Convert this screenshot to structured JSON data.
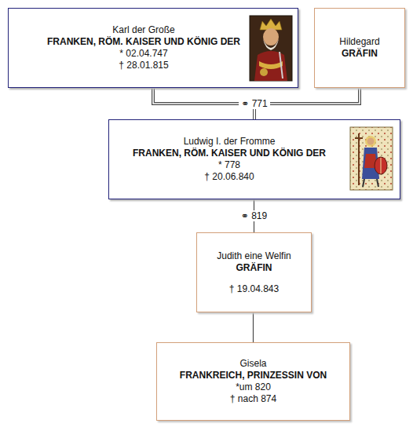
{
  "diagram": {
    "nodes": [
      {
        "text": [
          "Karl der Große",
          "FRANKEN, RÖM. KAISER UND KÖNIG DER",
          "* 02.04.747",
          "† 28.01.815"
        ]
      },
      {
        "text": [
          "Hildegard",
          "GRÄFIN"
        ]
      },
      {
        "text": [
          "Ludwig I. der Fromme",
          "FRANKEN, RÖM. KAISER UND KÖNIG DER",
          "* 778",
          "† 20.06.840"
        ]
      },
      {
        "text": [
          "Judith eine Welfin",
          "GRÄFIN",
          "† 19.04.843"
        ]
      },
      {
        "text": [
          "Gisela",
          "FRANKREICH, PRINZESSIN VON",
          "*um 820",
          "† nach 874"
        ]
      }
    ],
    "edges": [
      {
        "from": 0,
        "to": 2,
        "arrow": "none",
        "label": "⚭ 771"
      },
      {
        "from": 1,
        "to": 2,
        "arrow": "none"
      },
      {
        "from": 2,
        "to": 3,
        "arrow": "none",
        "label": "⚭ 819"
      },
      {
        "from": 3,
        "to": 4,
        "arrow": "none"
      }
    ]
  }
}
